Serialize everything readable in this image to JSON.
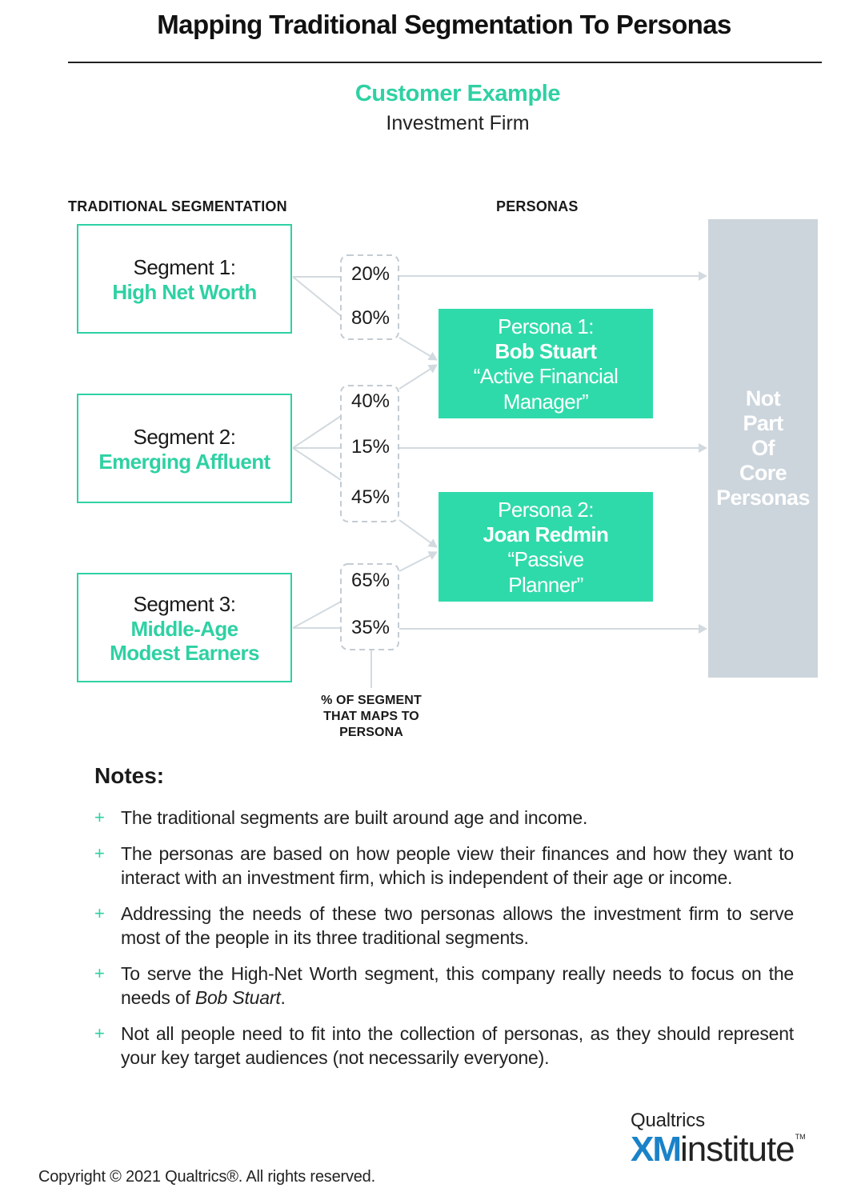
{
  "title": "Mapping Traditional Segmentation To Personas",
  "example": {
    "title": "Customer Example",
    "subtitle": "Investment Firm"
  },
  "columns": {
    "left": "TRADITIONAL SEGMENTATION",
    "right": "PERSONAS"
  },
  "segments": [
    {
      "label": "Segment 1:",
      "name_lines": [
        "High Net Worth"
      ]
    },
    {
      "label": "Segment 2:",
      "name_lines": [
        "Emerging Affluent"
      ]
    },
    {
      "label": "Segment 3:",
      "name_lines": [
        "Middle-Age",
        "Modest Earners"
      ]
    }
  ],
  "personas": [
    {
      "label": "Persona 1:",
      "name": "Bob Stuart",
      "quote_lines": [
        "“Active Financial",
        "Manager”"
      ]
    },
    {
      "label": "Persona 2:",
      "name": "Joan Redmin",
      "quote_lines": [
        "“Passive",
        "Planner”"
      ]
    }
  ],
  "not_part": {
    "lines": [
      "Not",
      "Part",
      "Of",
      "Core",
      "Personas"
    ]
  },
  "percentages": {
    "segment_1": [
      "20%",
      "80%"
    ],
    "segment_2": [
      "40%",
      "15%",
      "45%"
    ],
    "segment_3": [
      "65%",
      "35%"
    ]
  },
  "pct_caption_lines": [
    "% OF SEGMENT",
    "THAT MAPS TO",
    "PERSONA"
  ],
  "mappings": [
    {
      "segment": "Segment 1",
      "percent": 20,
      "target": "Not Part Of Core Personas"
    },
    {
      "segment": "Segment 1",
      "percent": 80,
      "target": "Persona 1"
    },
    {
      "segment": "Segment 2",
      "percent": 40,
      "target": "Persona 1"
    },
    {
      "segment": "Segment 2",
      "percent": 15,
      "target": "Not Part Of Core Personas"
    },
    {
      "segment": "Segment 2",
      "percent": 45,
      "target": "Persona 2"
    },
    {
      "segment": "Segment 3",
      "percent": 65,
      "target": "Persona 2"
    },
    {
      "segment": "Segment 3",
      "percent": 35,
      "target": "Not Part Of Core Personas"
    }
  ],
  "notes": {
    "title": "Notes:",
    "bullet": "+",
    "items": [
      {
        "text": "The traditional segments are built around age and income."
      },
      {
        "text": "The personas are based on how people view their finances  and how they want to interact with an investment firm, which is independent of their age or income."
      },
      {
        "text": "Addressing the needs of these two personas allows the investment firm to serve most of the people in its three traditional segments."
      },
      {
        "text": "To serve the High-Net Worth segment, this company really needs to focus on the needs of ",
        "emphasis": "Bob Stuart",
        "suffix": "."
      },
      {
        "text": "Not all people need to fit into the collection of personas, as they should represent your key target audiences (not necessarily everyone)."
      }
    ]
  },
  "logo": {
    "top": "Qualtrics",
    "xm": "XM",
    "institute": "institute",
    "tm": "TM"
  },
  "copyright": "Copyright © 2021 Qualtrics®.  All rights reserved.",
  "colors": {
    "accent": "#2ed1a3",
    "persona_fill": "#2fdaaa",
    "not_part_fill": "#ccd5dc",
    "connector": "#d3dadf",
    "logo_blue": "#1a82c8"
  }
}
